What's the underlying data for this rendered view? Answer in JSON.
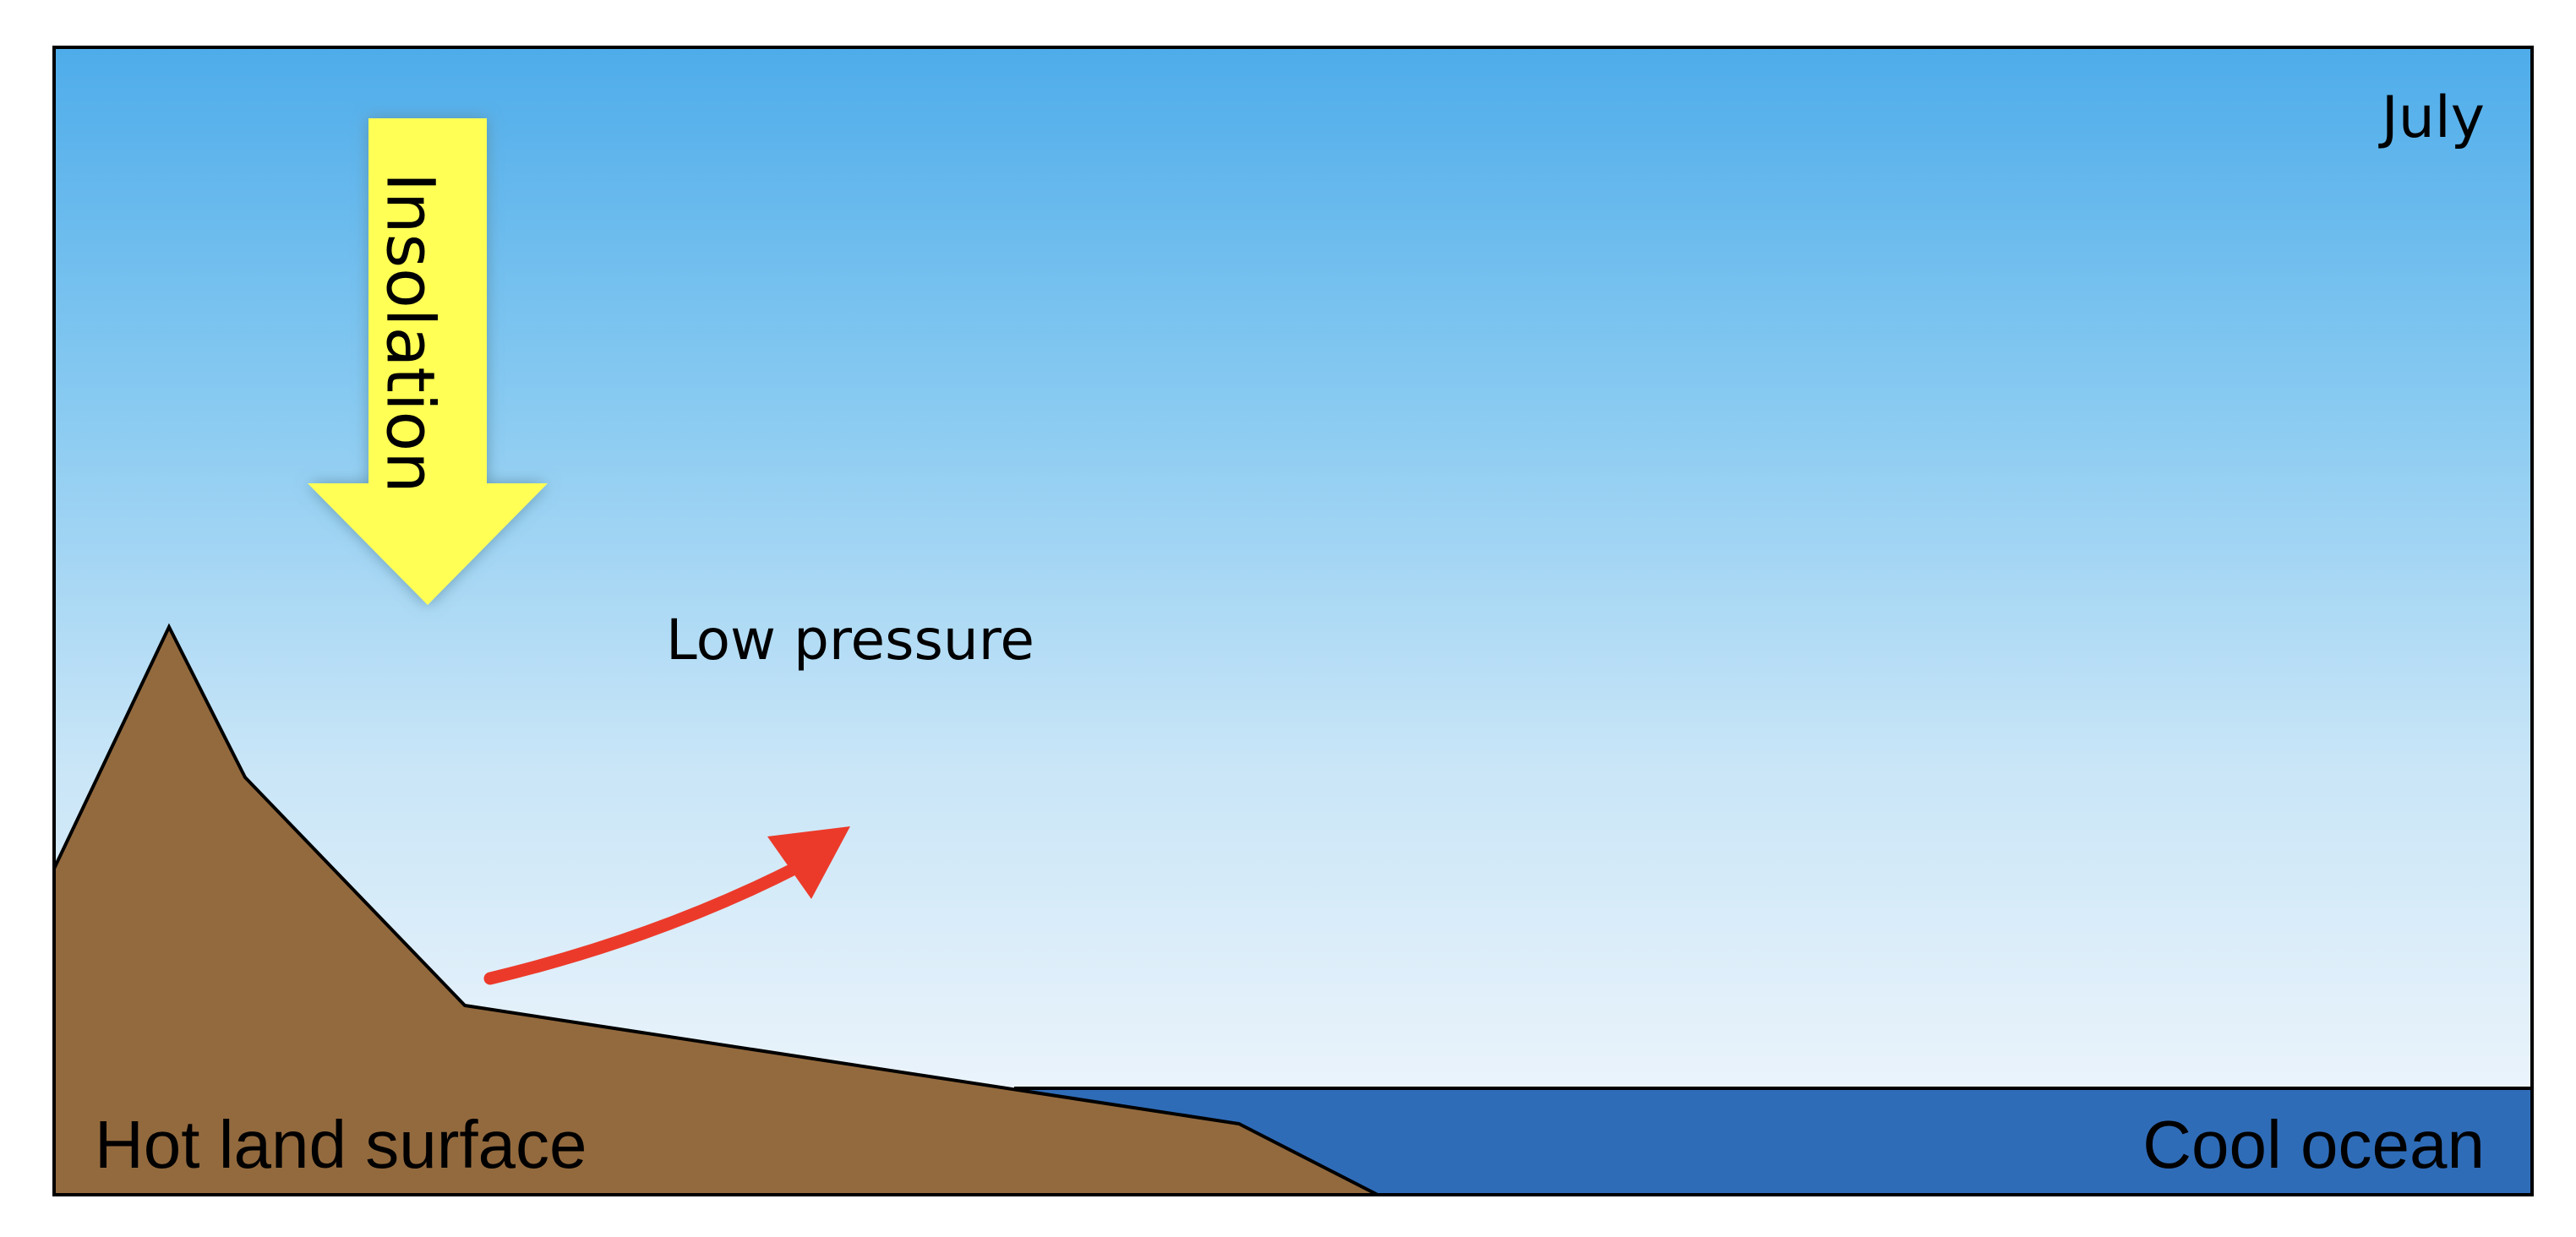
{
  "diagram": {
    "month_label": "July",
    "insolation_label": "Insolation",
    "pressure_label": "Low pressure",
    "land_label": "Hot land surface",
    "ocean_label": "Cool ocean"
  },
  "colors": {
    "sky_top": "#4eacea",
    "sky_mid": "#9ad2f2",
    "sky_bottom": "#f5f8fc",
    "land": "#936a3e",
    "ocean": "#2f6cb8",
    "insolation_arrow": "#ffff55",
    "wind_arrow": "#ec3a2a",
    "outline": "#000000"
  }
}
